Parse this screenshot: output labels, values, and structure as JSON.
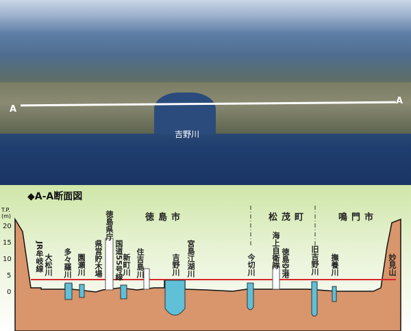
{
  "photo": {
    "marker_left": "A",
    "marker_right": "A",
    "river_label": "吉野川"
  },
  "section": {
    "title": "◆A-A断面図",
    "y_axis": {
      "unit_line1": "T.P.",
      "unit_line2": "(m)",
      "ticks": [
        "20",
        "15",
        "10",
        "5",
        "0"
      ]
    },
    "cities": [
      "徳島市",
      "松茂町",
      "鳴門市"
    ],
    "labels": [
      "JR牟岐線",
      "大松川",
      "多々羅川",
      "園瀬川",
      "県営貯木場",
      "徳島県庁",
      "国道55号線",
      "新町川",
      "住吉島川",
      "吉野川",
      "宮島江湖川",
      "今切川",
      "海上自衛隊",
      "徳島空港",
      "旧吉野川",
      "撫養川",
      "妙見山"
    ],
    "colors": {
      "ground": "#d9956b",
      "water": "#5fc0d8",
      "level_line": "#d8262a"
    }
  }
}
